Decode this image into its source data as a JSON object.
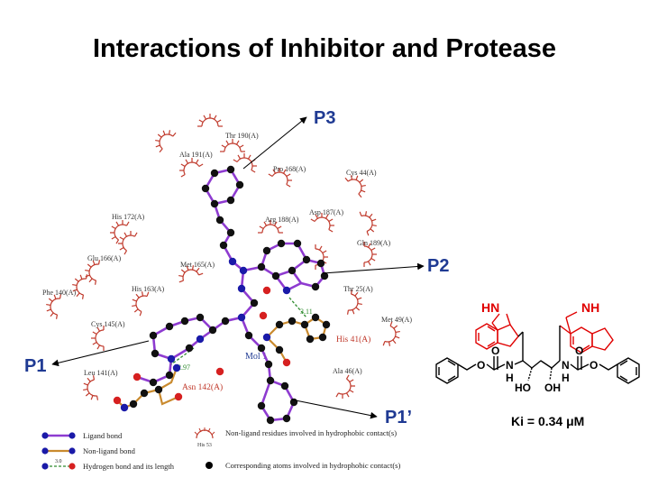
{
  "title": "Interactions of Inhibitor and Protease",
  "pockets": {
    "p3": "P3",
    "p2": "P2",
    "p1": "P1",
    "p1prime": "P1’"
  },
  "residues_hydrophobic": [
    "Thr 190(A)",
    "Ala 191(A)",
    "Pro 168(A)",
    "Gln 189(A)",
    "Cys 44(A)",
    "His 172(A)",
    "Arg 188(A)",
    "Asp 187(A)",
    "Glu 166(A)",
    "Met 165(A)",
    "His 163(A)",
    "Thr 25(A)",
    "Phe 140(A)",
    "Met 49(A)",
    "Cys 145(A)",
    "Leu 141(A)",
    "Ala 46(A)"
  ],
  "residues_hbond": [
    "His 41(A)",
    "Asn 142(A)"
  ],
  "ligand_name": "Mol 1",
  "hbond_lengths": [
    "3.11",
    "2.97"
  ],
  "legend": {
    "ligand_bond": "Ligand bond",
    "nonligand_bond": "Non-ligand bond",
    "hbond": "Hydrogen bond and its length",
    "hydrophobic_residue": "Non-ligand residues involved in hydrophobic contact(s)",
    "corresponding_atoms": "Corresponding atoms involved in hydrophobic contact(s)",
    "sample_residue": "His 53",
    "sample_length": "3.0"
  },
  "structure": {
    "nh_left": "HN",
    "nh_right": "NH",
    "o_labels": [
      "O",
      "O",
      "O",
      "O"
    ],
    "n_labels": [
      "N",
      "N"
    ],
    "h_labels": [
      "H",
      "H"
    ],
    "ho_labels": [
      "HO",
      "OH"
    ],
    "ki": "Ki = 0.34 μM"
  },
  "colors": {
    "ligand_bond": "#8e3bd0",
    "nonligand_bond": "#c98a2e",
    "hbond": "#2e8b2e",
    "hydrophobic": "#c0392b",
    "pocket_label": "#1f3a93",
    "indole": "#e00000"
  }
}
